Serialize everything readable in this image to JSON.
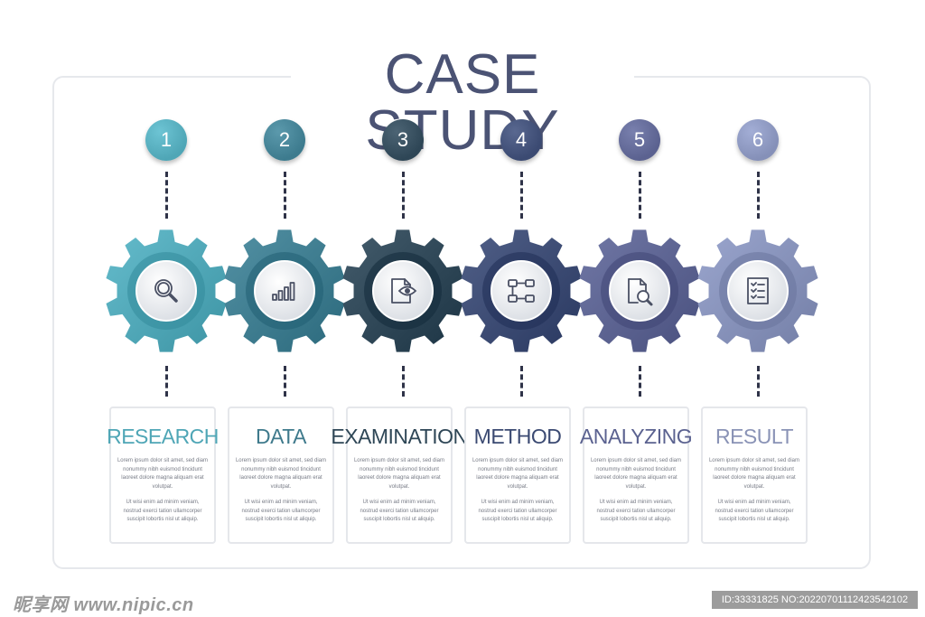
{
  "title": "CASE STUDY",
  "steps": [
    {
      "number": "1",
      "label": "RESEARCH",
      "icon": "magnifier-icon",
      "color": "#4fa6b6",
      "label_color": "#4fa6b6",
      "text1": "Lorem ipsum dolor sit amet, sed diam nonummy nibh euismod tincidunt laoreet dolore magna aliquam erat volutpat.",
      "text2": "Ut wisi enim ad minim veniam, nostrud exerci tation ullamcorper suscipit lobortis nisl ut aliquip."
    },
    {
      "number": "2",
      "label": "DATA",
      "icon": "bar-chart-icon",
      "color": "#3d7b8e",
      "label_color": "#3f7a8c",
      "text1": "Lorem ipsum dolor sit amet, sed diam nonummy nibh euismod tincidunt laoreet dolore magna aliquam erat volutpat.",
      "text2": "Ut wisi enim ad minim veniam, nostrud exerci tation ullamcorper suscipit lobortis nisl ut aliquip."
    },
    {
      "number": "3",
      "label": "EXAMINATION",
      "icon": "document-eye-icon",
      "color": "#2e4656",
      "label_color": "#2e4656",
      "text1": "Lorem ipsum dolor sit amet, sed diam nonummy nibh euismod tincidunt laoreet dolore magna aliquam erat volutpat.",
      "text2": "Ut wisi enim ad minim veniam, nostrud exerci tation ullamcorper suscipit lobortis nisl ut aliquip."
    },
    {
      "number": "4",
      "label": "METHOD",
      "icon": "flowchart-icon",
      "color": "#3b4a72",
      "label_color": "#3b4a72",
      "text1": "Lorem ipsum dolor sit amet, sed diam nonummy nibh euismod tincidunt laoreet dolore magna aliquam erat volutpat.",
      "text2": "Ut wisi enim ad minim veniam, nostrud exerci tation ullamcorper suscipit lobortis nisl ut aliquip."
    },
    {
      "number": "5",
      "label": "ANALYZING",
      "icon": "document-search-icon",
      "color": "#5b6290",
      "label_color": "#5b6290",
      "text1": "Lorem ipsum dolor sit amet, sed diam nonummy nibh euismod tincidunt laoreet dolore magna aliquam erat volutpat.",
      "text2": "Ut wisi enim ad minim veniam, nostrud exerci tation ullamcorper suscipit lobortis nisl ut aliquip."
    },
    {
      "number": "6",
      "label": "RESULT",
      "icon": "checklist-icon",
      "color": "#8590b8",
      "label_color": "#8a93b6",
      "text1": "Lorem ipsum dolor sit amet, sed diam nonummy nibh euismod tincidunt laoreet dolore magna aliquam erat volutpat.",
      "text2": "Ut wisi enim ad minim veniam, nostrud exerci tation ullamcorper suscipit lobortis nisl ut aliquip."
    }
  ],
  "watermark": {
    "left": "昵享网 www.nipic.cn",
    "right": "ID:33331825 NO:20220701112423542102"
  }
}
